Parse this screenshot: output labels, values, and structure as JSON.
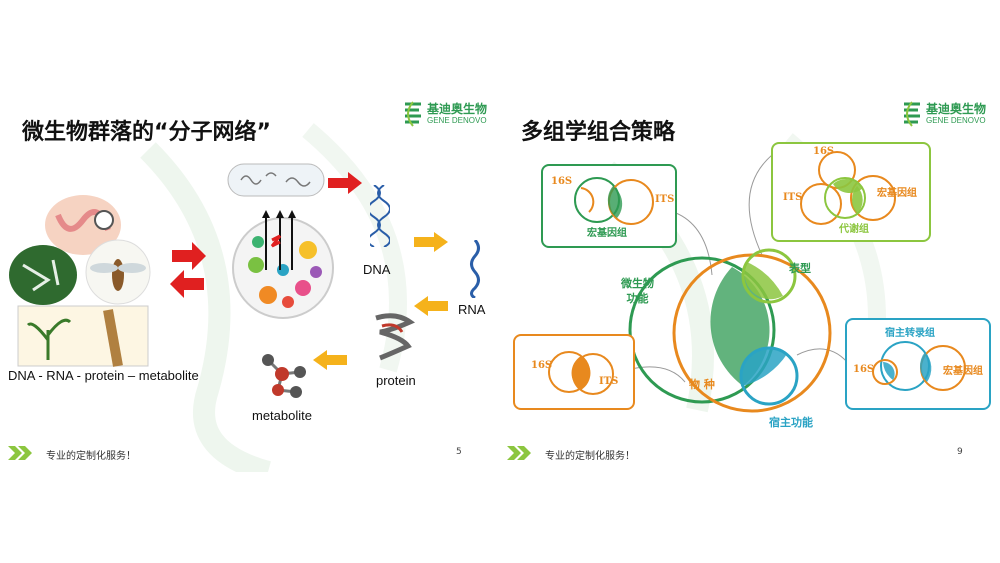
{
  "left_slide": {
    "title": "微生物群落的“分子网络”",
    "logo": {
      "cn": "基迪奥生物",
      "en": "GENE DENOVO"
    },
    "labels": {
      "dna": "DNA",
      "rna": "RNA",
      "protein": "protein",
      "metabolite": "metabolite",
      "chain": "DNA - RNA - protein – metabolite"
    },
    "footer": "专业的定制化服务！",
    "page": "5"
  },
  "right_slide": {
    "title": "多组学组合策略",
    "logo": {
      "cn": "基迪奥生物",
      "en": "GENE DENOVO"
    },
    "boxes": {
      "top_left": {
        "a": "16S",
        "b": "ITS",
        "c": "宏基因组"
      },
      "top_right": {
        "a": "16S",
        "b": "ITS",
        "c": "宏基因组",
        "d": "代谢组"
      },
      "bottom_left": {
        "a": "16S",
        "b": "ITS"
      },
      "bottom_right": {
        "a": "宿主转录组",
        "b": "16S",
        "c": "宏基因组"
      }
    },
    "center": {
      "micro_function": "微生物\n功能",
      "phenotype": "表型",
      "species": "物 种",
      "host_function": "宿主功能"
    },
    "footer": "专业的定制化服务！",
    "page": "9"
  },
  "colors": {
    "green": "#2e9a52",
    "orange": "#e8891e",
    "teal": "#2aa3c4",
    "lime": "#8cc63f",
    "red": "#e02020",
    "yellow": "#f5b21b"
  }
}
